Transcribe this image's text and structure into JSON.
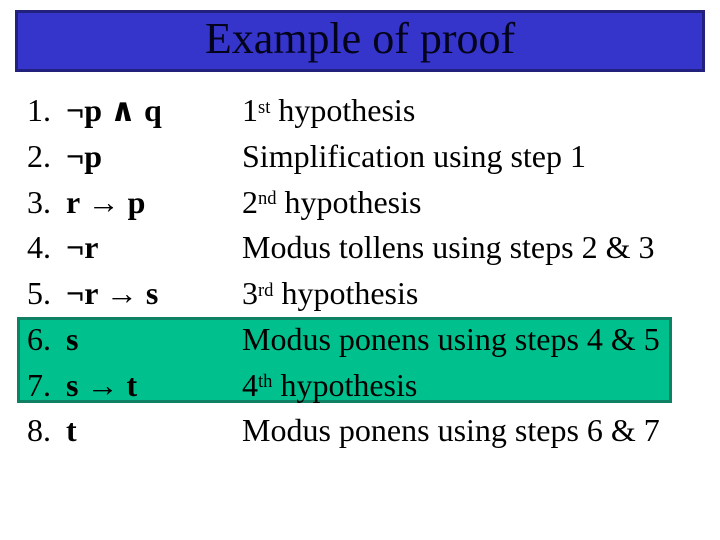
{
  "slide": {
    "title": "Example of proof"
  },
  "colors": {
    "title_bar_bg": "#3535CC",
    "title_bar_border": "#22227E",
    "title_text": "#03031C",
    "highlight_bg": "#00C08D",
    "highlight_border": "#0E8063",
    "body_text": "#000000",
    "background": "#FFFFFF"
  },
  "proof": {
    "rows": [
      {
        "num": "1.",
        "formula": "¬p ∧ q",
        "just_base": "1",
        "just_sup": "st",
        "just_rest": " hypothesis",
        "highlighted": false
      },
      {
        "num": "2.",
        "formula": "¬p",
        "just_base": "Simplification using step 1",
        "just_sup": "",
        "just_rest": "",
        "highlighted": false
      },
      {
        "num": "3.",
        "formula": "r → p",
        "just_base": "2",
        "just_sup": "nd",
        "just_rest": " hypothesis",
        "highlighted": false
      },
      {
        "num": "4.",
        "formula": "¬r",
        "just_base": "Modus tollens using steps 2 & 3",
        "just_sup": "",
        "just_rest": "",
        "highlighted": false
      },
      {
        "num": "5.",
        "formula": "¬r → s",
        "just_base": "3",
        "just_sup": "rd",
        "just_rest": " hypothesis",
        "highlighted": false
      },
      {
        "num": "6.",
        "formula": "s",
        "just_base": "Modus ponens using steps 4 & 5",
        "just_sup": "",
        "just_rest": "",
        "highlighted": true
      },
      {
        "num": "7.",
        "formula": "s → t",
        "just_base": "4",
        "just_sup": "th",
        "just_rest": " hypothesis",
        "highlighted": true
      },
      {
        "num": "8.",
        "formula": "t",
        "just_base": "Modus ponens using steps 6 & 7",
        "just_sup": "",
        "just_rest": "",
        "highlighted": false
      }
    ]
  }
}
